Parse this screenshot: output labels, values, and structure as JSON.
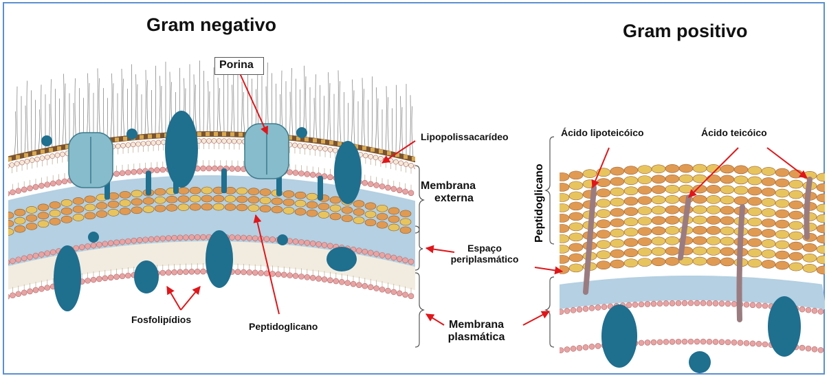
{
  "titles": {
    "gram_negative": "Gram negativo",
    "gram_positive": "Gram positivo"
  },
  "labels": {
    "porina": "Porina",
    "lipopolissacarideo": "Lipopolissacarídeo",
    "membrana_externa_1": "Membrana",
    "membrana_externa_2": "externa",
    "espaco_1": "Espaço",
    "espaco_2": "periplasmático",
    "membrana_plasmatica_1": "Membrana",
    "membrana_plasmatica_2": "plasmática",
    "fosfolipidios": "Fosfolipídios",
    "peptidoglicano_neg": "Peptidoglicano",
    "peptidoglicano_pos": "Peptidoglicano",
    "acido_lipoteicoico": "Ácido lipoteicóico",
    "acido_teicoico": "Ácido teicóico"
  },
  "colors": {
    "frame": "#5b8fd0",
    "arrow": "#e0161a",
    "lipid_head": "#e8a3a3",
    "periplasm": "#b4d0e2",
    "protein": "#1f6f8f",
    "porin": "#86bccb",
    "lps": "#7a5330",
    "peptidoglycan_orange": "#e09a52",
    "peptidoglycan_yellow": "#e8c45e",
    "teichoic": "#9a7c80"
  }
}
